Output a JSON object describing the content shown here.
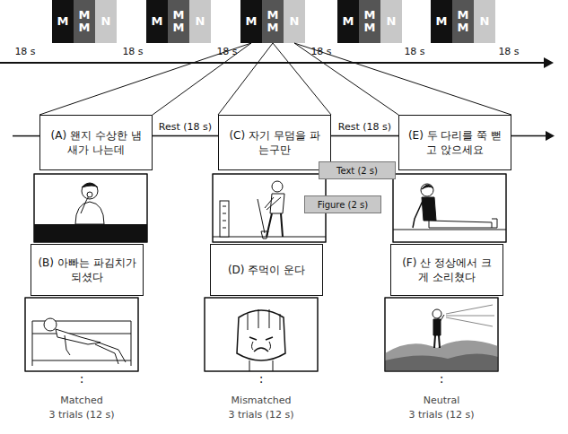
{
  "diagram": {
    "nodes": [
      {
        "text": [
          "M"
        ]
      },
      {
        "text": [
          "M M"
        ]
      },
      {
        "text": [
          "N"
        ]
      },
      {
        "text": [
          "M"
        ]
      },
      {
        "text": [
          "M M"
        ]
      },
      {
        "text": [
          "N"
        ]
      },
      {
        "text": [
          "M"
        ]
      },
      {
        "text": [
          "M M"
        ]
      },
      {
        "text": [
          "N"
        ]
      },
      {
        "text": [
          "M"
        ]
      },
      {
        "text": [
          "M M"
        ]
      },
      {
        "text": [
          "N"
        ]
      },
      {
        "text": [
          "M"
        ]
      },
      {
        "text": [
          "M M"
        ]
      },
      {
        "text": [
          "N"
        ]
      },
      {
        "text": [
          "(A) 왠지 수상한 냄새가 나는데"
        ]
      },
      {
        "text": [
          "(B) 아빠는 파김치가 되셨다"
        ]
      },
      {
        "text": [
          "(C) 자기 무덤을 파는구만"
        ]
      },
      {
        "text": [
          "(D) 주먹이 운다"
        ]
      },
      {
        "text": [
          "Text (2 s)"
        ]
      },
      {
        "text": [
          "Figure (2 s)"
        ]
      },
      {
        "text": [
          "(E) 두 다리를 쭉 뻗고 앉으세요"
        ]
      },
      {
        "text": [
          "(F) 산 정상에서 크게 소리쳤다"
        ]
      }
    ],
    "edges": [
      {
        "from": 6,
        "to": 15,
        "arrow": "none"
      },
      {
        "from": 7,
        "to": 17,
        "arrow": "none"
      },
      {
        "from": 8,
        "to": 21,
        "arrow": "none"
      },
      {
        "from": 15,
        "to": 17,
        "label": "Rest (18 s)",
        "arrow": "none"
      },
      {
        "from": 17,
        "to": 21,
        "label": "Rest (18 s)",
        "arrow": "none"
      }
    ],
    "labels": [
      "18 s",
      "18 s",
      "18 s",
      "18 s",
      "18 s",
      "18 s",
      ":",
      ":",
      ":",
      "Matched",
      "3 trials (12 s)",
      "Mismatched",
      "3 trials (12 s)",
      "Neutral",
      "3 trials (12 s)"
    ]
  }
}
